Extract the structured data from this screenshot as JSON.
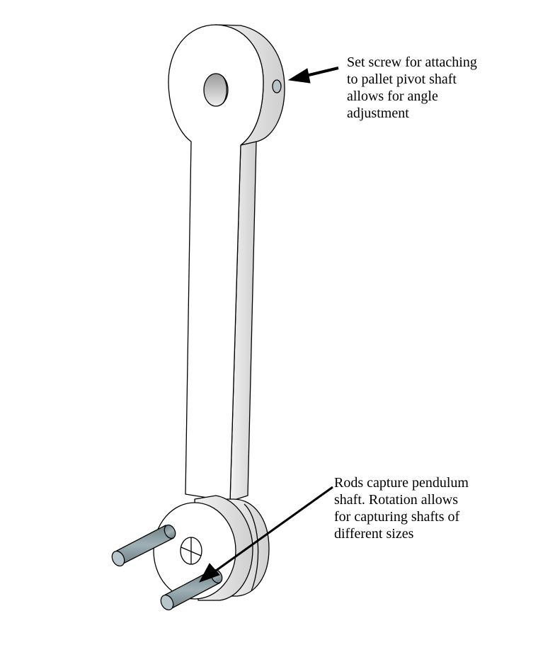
{
  "annotations": {
    "set_screw": {
      "lines": [
        "Set screw for attaching",
        "to pallet pivot shaft",
        "allows for angle",
        "adjustment"
      ]
    },
    "rods": {
      "lines": [
        "Rods capture pendulum",
        "shaft.  Rotation allows",
        "for capturing shafts of",
        "different sizes"
      ]
    }
  },
  "colors": {
    "rod": "#8a9aa0",
    "side": "#dcdcdc",
    "outline": "#000000"
  }
}
